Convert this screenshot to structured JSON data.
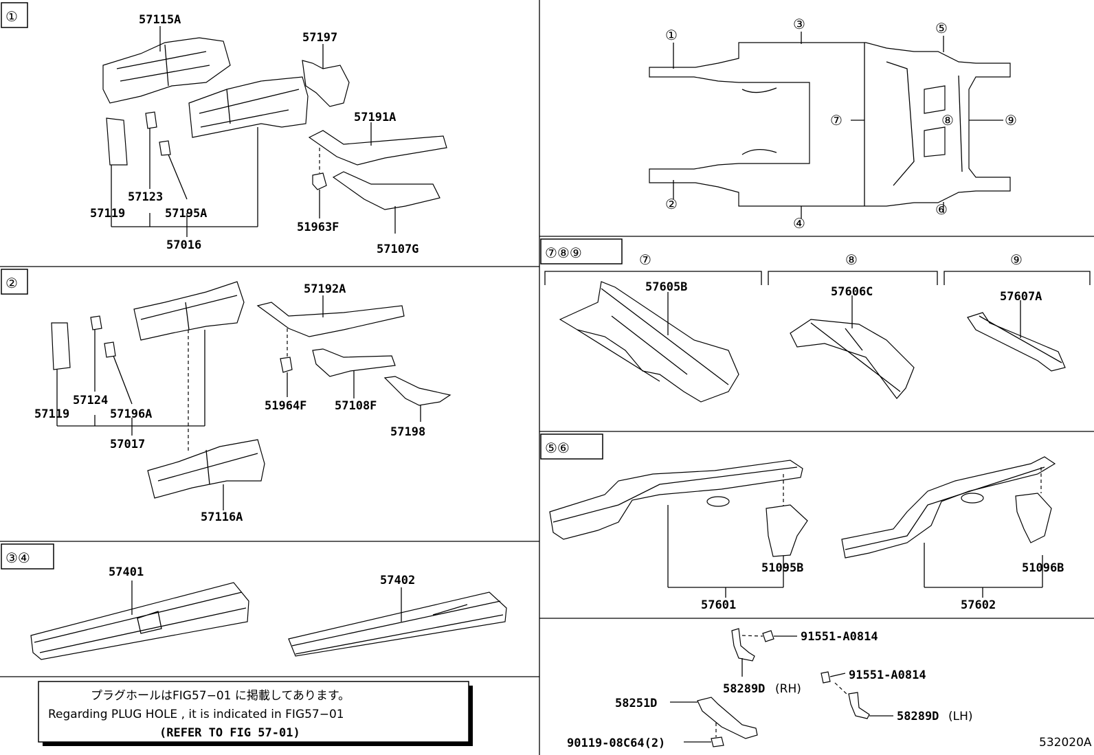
{
  "sections": {
    "s1_label": "①",
    "s2_label": "②",
    "s34_label": "③④",
    "s789_label": "⑦⑧⑨",
    "s56_label": "⑤⑥"
  },
  "section1": {
    "p57115A": "57115A",
    "p57197": "57197",
    "p57191A": "57191A",
    "p57123": "57123",
    "p57119": "57119",
    "p57195A": "57195A",
    "p57016": "57016",
    "p51963F": "51963F",
    "p57107G": "57107G"
  },
  "section2": {
    "p57192A": "57192A",
    "p57124": "57124",
    "p57119": "57119",
    "p57196A": "57196A",
    "p57017": "57017",
    "p51964F": "51964F",
    "p57108F": "57108F",
    "p57198": "57198",
    "p57116A": "57116A"
  },
  "section34": {
    "p57401": "57401",
    "p57402": "57402"
  },
  "overview": {
    "c1": "①",
    "c2": "②",
    "c3": "③",
    "c4": "④",
    "c5": "⑤",
    "c6": "⑥",
    "c7": "⑦",
    "c8": "⑧",
    "c9": "⑨"
  },
  "section789": {
    "c7": "⑦",
    "c8": "⑧",
    "c9": "⑨",
    "p57605B": "57605B",
    "p57606C": "57606C",
    "p57607A": "57607A"
  },
  "section56": {
    "p51095B": "51095B",
    "p57601": "57601",
    "p51096B": "51096B",
    "p57602": "57602"
  },
  "hardware": {
    "bolt1": "91551-A0814",
    "bracket_rh_num": "58289D",
    "bracket_rh_side": "(RH)",
    "bolt2": "91551-A0814",
    "bracket_lh_num": "58289D",
    "bracket_lh_side": "(LH)",
    "p58251D": "58251D",
    "p90119": "90119-08C64(2)"
  },
  "note": {
    "line1": "プラグホールはFIG57−01 に掲載してあります。",
    "line2": "Regarding  PLUG  HOLE  , it  is  indicated  in  FIG57−01",
    "line3": "(REFER  TO  FIG  57-01)"
  },
  "figure_code": "532020A"
}
